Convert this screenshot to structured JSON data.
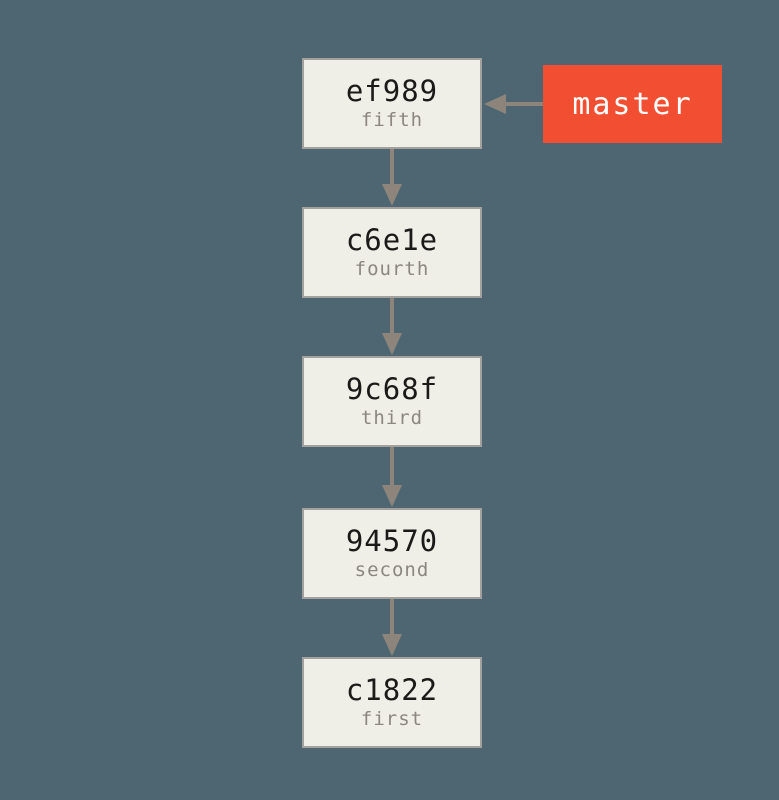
{
  "diagram": {
    "type": "git-commit-graph",
    "branch": {
      "label": "master",
      "points_to": "ef989"
    },
    "commits": [
      {
        "hash": "ef989",
        "message": "fifth"
      },
      {
        "hash": "c6e1e",
        "message": "fourth"
      },
      {
        "hash": "9c68f",
        "message": "third"
      },
      {
        "hash": "94570",
        "message": "second"
      },
      {
        "hash": "c1822",
        "message": "first"
      }
    ],
    "edges": [
      {
        "from": "ef989",
        "to": "c6e1e"
      },
      {
        "from": "c6e1e",
        "to": "9c68f"
      },
      {
        "from": "9c68f",
        "to": "94570"
      },
      {
        "from": "94570",
        "to": "c1822"
      },
      {
        "from": "master",
        "to": "ef989"
      }
    ],
    "colors": {
      "background": "#4d6671",
      "box_fill": "#f0efe7",
      "box_border": "#a2a19e",
      "hash_text": "#1b1a18",
      "message_text": "#8b8780",
      "arrow": "#8d857c",
      "branch_fill": "#f14e32",
      "branch_text": "#ffffff"
    }
  }
}
